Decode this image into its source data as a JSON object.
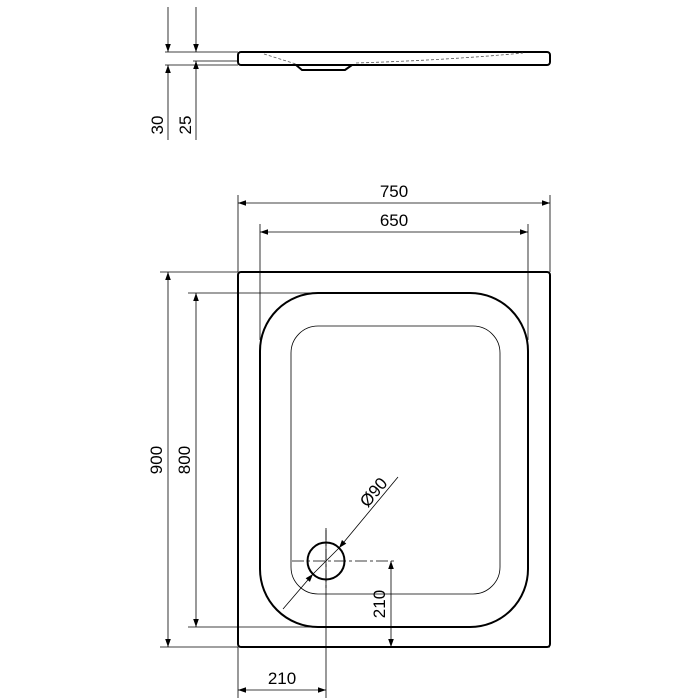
{
  "side_view": {
    "dim_total_height": "30",
    "dim_rim_height": "25"
  },
  "plan_view": {
    "dim_outer_width": "750",
    "dim_inner_width": "650",
    "dim_outer_length": "900",
    "dim_inner_length": "800",
    "dim_drain_diameter": "Ø90",
    "dim_drain_offset_x": "210",
    "dim_drain_offset_y": "210"
  },
  "colors": {
    "line": "#000000",
    "background": "#ffffff"
  }
}
